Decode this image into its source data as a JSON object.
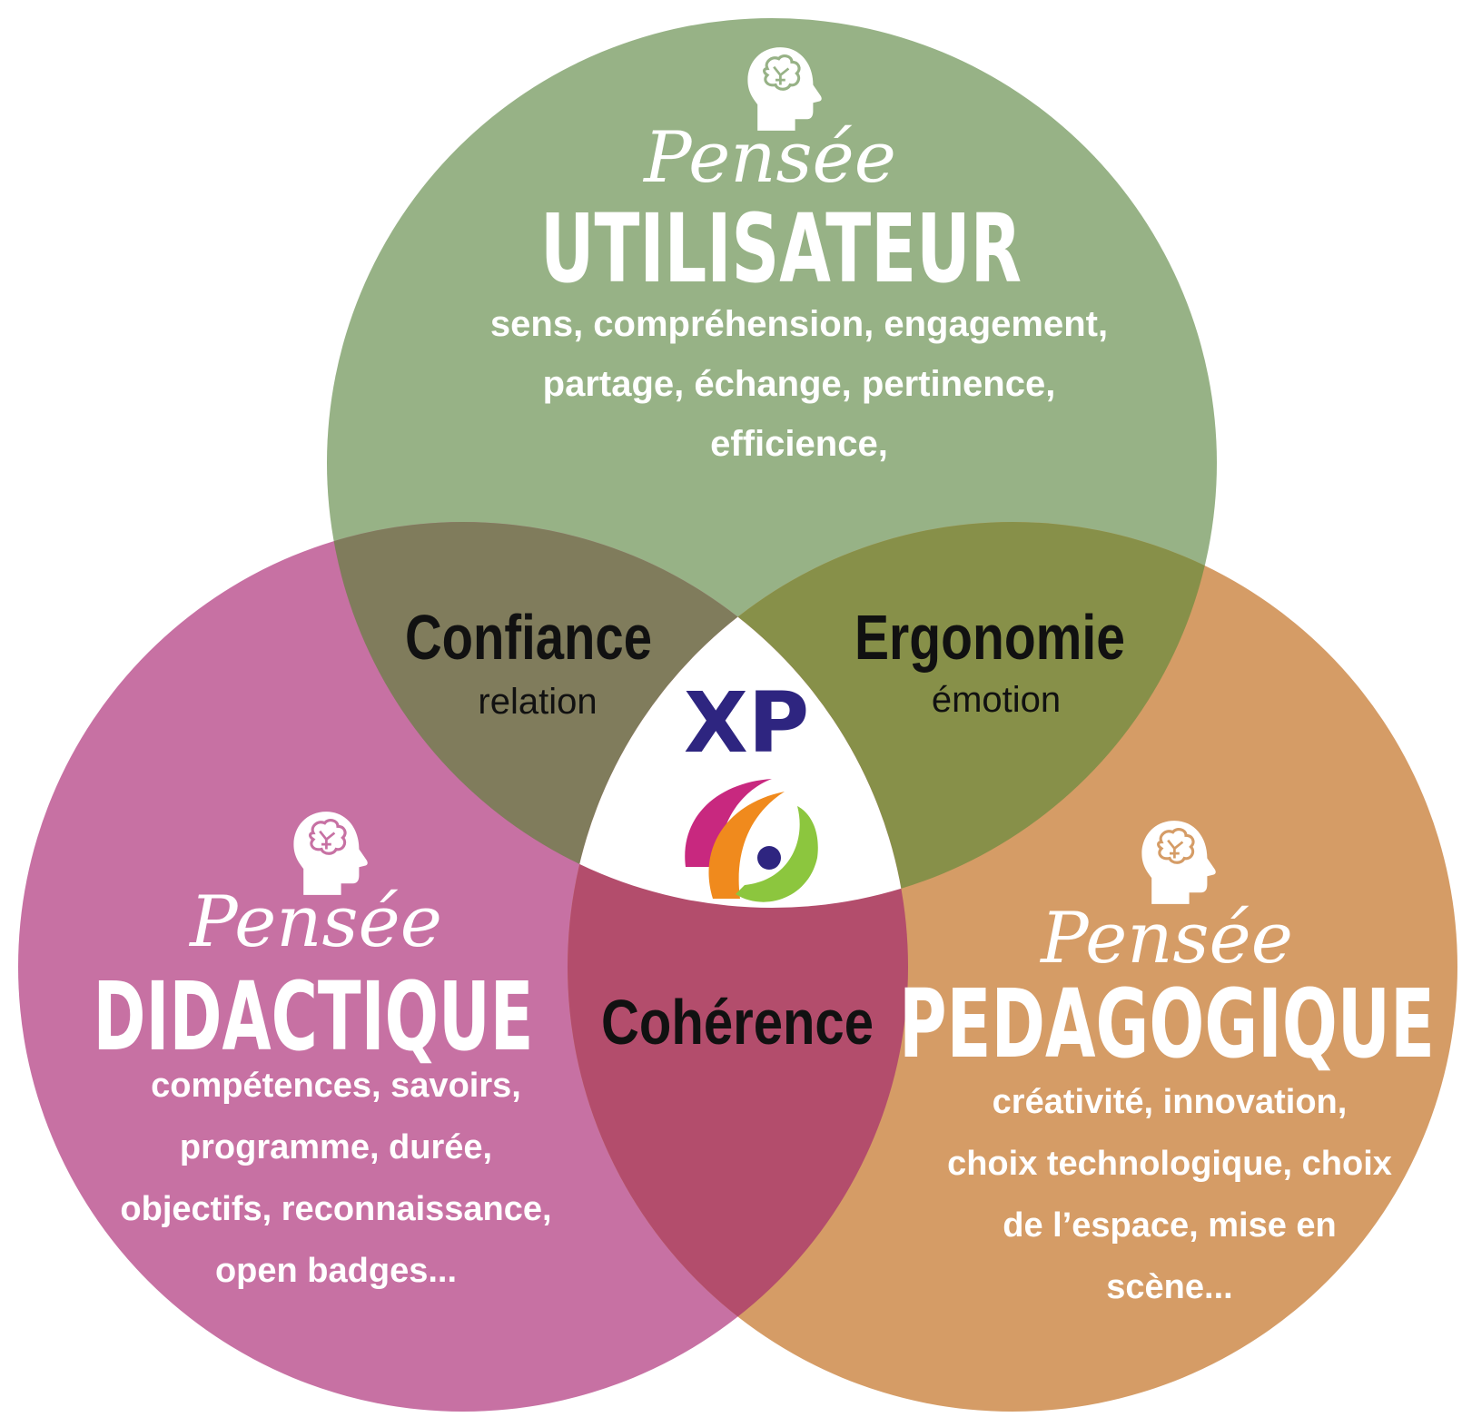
{
  "colors": {
    "utilisateur": "#97b286",
    "didactique": "#c771a3",
    "pedagogique": "#d59c66",
    "overlap_confiance": "#807c5c",
    "overlap_ergonomie": "#879049",
    "overlap_coherence": "#b34d6c",
    "center": "#ffffff",
    "xp": "#2e2580",
    "logo_magenta": "#c8287f",
    "logo_orange": "#f08a1d",
    "logo_green": "#8cc63e",
    "logo_dot": "#2e2580"
  },
  "sets": {
    "utilisateur": {
      "script": "Pensée",
      "title": "UTILISATEUR",
      "lines": [
        "sens, compréhension, engagement,",
        "partage, échange, pertinence,",
        "efficience,"
      ],
      "icon": "brain-head-icon"
    },
    "didactique": {
      "script": "Pensée",
      "title": "DIDACTIQUE",
      "lines": [
        "compétences, savoirs,",
        "programme, durée,",
        "objectifs, reconnaissance,",
        "open badges..."
      ],
      "icon": "brain-head-icon"
    },
    "pedagogique": {
      "script": "Pensée",
      "title": "PEDAGOGIQUE",
      "lines": [
        "créativité, innovation,",
        "choix technologique, choix",
        "de l’espace, mise en",
        "scène..."
      ],
      "icon": "brain-head-icon"
    }
  },
  "intersections": {
    "confiance": {
      "title": "Confiance",
      "sub": "relation"
    },
    "ergonomie": {
      "title": "Ergonomie",
      "sub": "émotion"
    },
    "coherence": {
      "title": "Cohérence"
    }
  },
  "center": {
    "label": "XP",
    "logo": "swirl-logo-icon"
  }
}
